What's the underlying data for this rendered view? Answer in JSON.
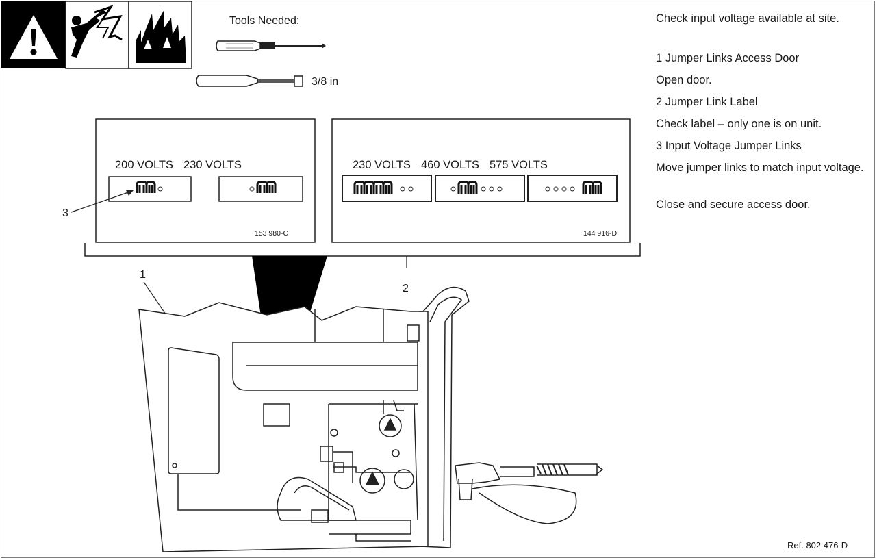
{
  "header": {
    "tools_title": "Tools Needed:",
    "socket_size": "3/8 in"
  },
  "icons": [
    "warning-triangle-icon",
    "electric-shock-icon",
    "fire-hazard-icon",
    "screwdriver-icon",
    "nut-driver-icon"
  ],
  "labels": {
    "left": {
      "volt_a": "200 VOLTS",
      "volt_b": "230 VOLTS",
      "part_no": "153 980-C"
    },
    "right": {
      "volt_a": "230 VOLTS",
      "volt_b": "460 VOLTS",
      "volt_c": "575 VOLTS",
      "part_no": "144 916-D"
    }
  },
  "callouts": {
    "c1": "1",
    "c2": "2",
    "c3": "3"
  },
  "instructions": [
    "Check input voltage available at site.",
    "1 Jumper Links Access Door",
    "Open door.",
    "2 Jumper Link Label",
    "Check label – only one is on unit.",
    "3 Input Voltage Jumper Links",
    "Move jumper links to match input voltage.",
    "Close and secure access door."
  ],
  "reference": "Ref. 802 476-D"
}
